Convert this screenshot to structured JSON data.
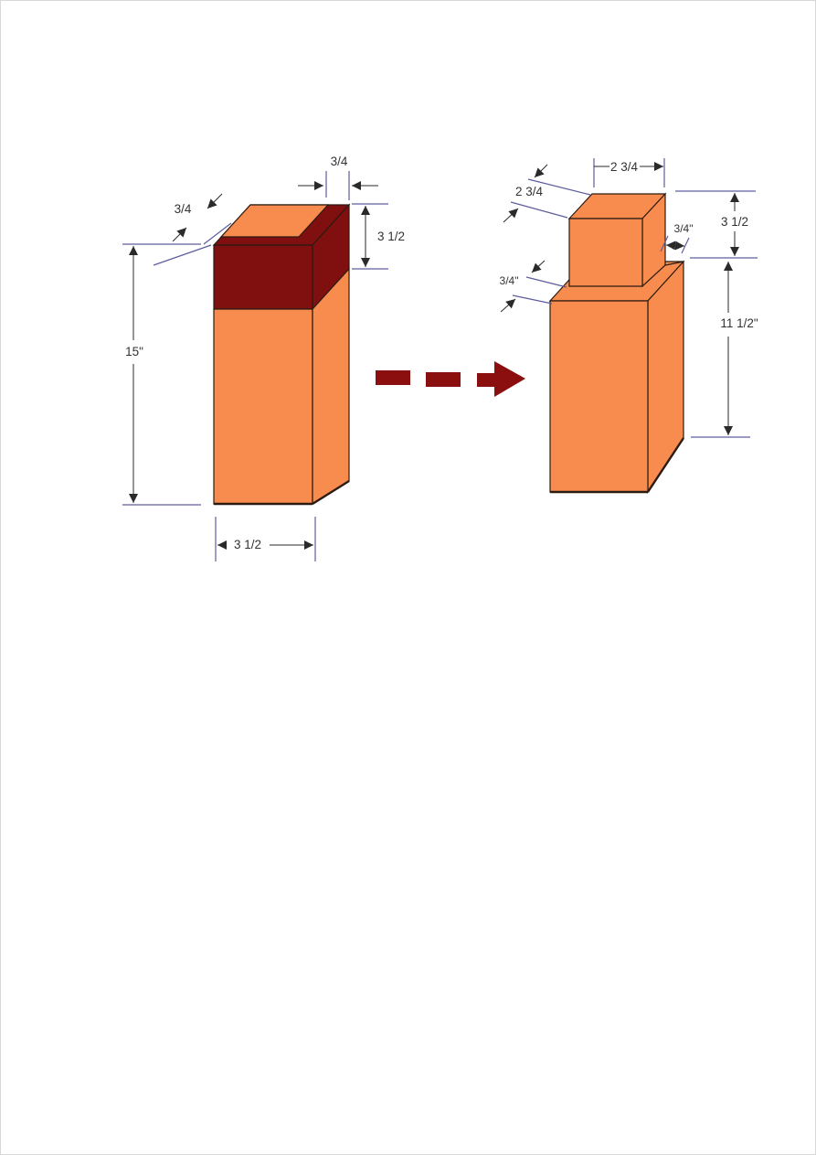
{
  "diagram": {
    "kind": "woodworking tenon dimension drawing",
    "colors": {
      "wood_orange": "#f88c4e",
      "waste_dark_red": "#801010",
      "transform_arrow_red": "#8c0f0f",
      "extension_line_blue": "#5d5d9e",
      "dimension_line_dark": "#2a2a2a",
      "label_text": "#333333",
      "edge_dark": "#2b1b12",
      "background": "#ffffff"
    },
    "before": {
      "name": "blank post with waste marked dark red",
      "dimensions": {
        "waste_side_offset": "3/4",
        "waste_front_offset": "3/4",
        "waste_section_height": "3 1/2",
        "total_height": "15\"",
        "post_width": "3 1/2"
      }
    },
    "after": {
      "name": "finished post with cut tenon",
      "dimensions": {
        "tenon_width": "2 3/4",
        "tenon_depth": "2 3/4",
        "front_shoulder": "3/4\"",
        "side_shoulder": "3/4\"",
        "tenon_height": "3 1/2",
        "body_height": "11 1/2\""
      }
    },
    "transform_arrow": {
      "style": "dashed",
      "direction": "right"
    }
  }
}
